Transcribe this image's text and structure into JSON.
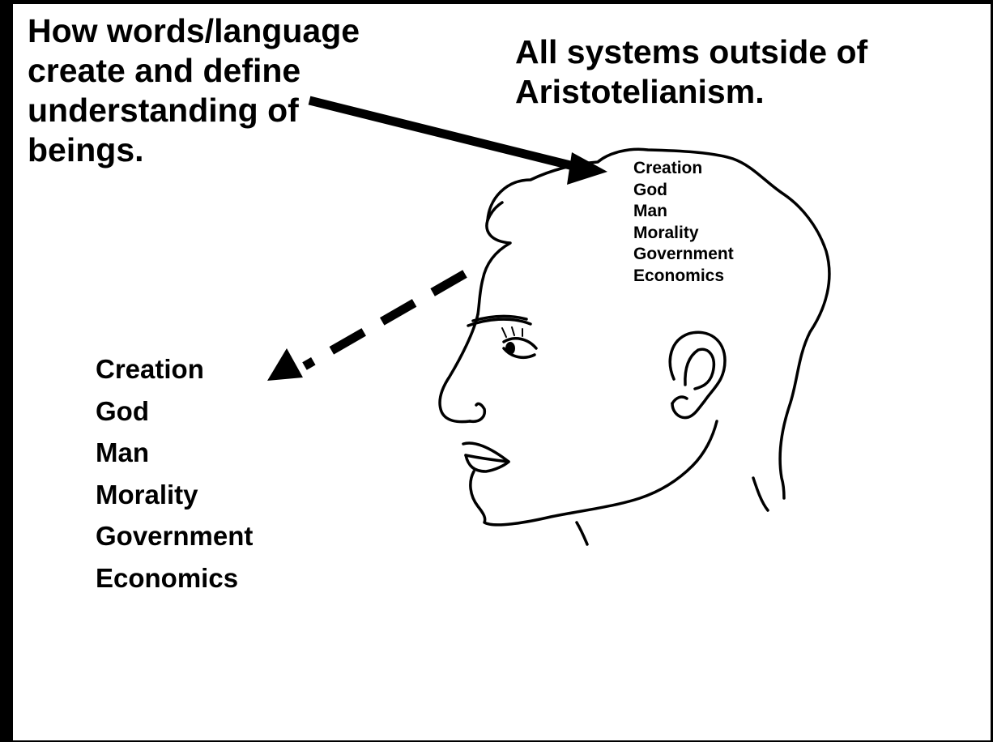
{
  "captions": {
    "language_caption": [
      "How words/language",
      "create and define",
      "understanding of",
      "beings."
    ],
    "systems_caption": [
      "All systems outside of",
      "Aristotelianism."
    ]
  },
  "head_list": [
    "Creation",
    "God",
    "Man",
    "Morality",
    "Government",
    "Economics"
  ],
  "left_list": [
    "Creation",
    "God",
    "Man",
    "Morality",
    "Government",
    "Economics"
  ],
  "colors": {
    "ink": "#000000",
    "background": "#ffffff"
  },
  "icons": {
    "solid_arrow": "arrow-right-down-solid",
    "dashed_arrow": "arrow-left-down-dashed",
    "head": "human-head-profile-line-drawing"
  }
}
